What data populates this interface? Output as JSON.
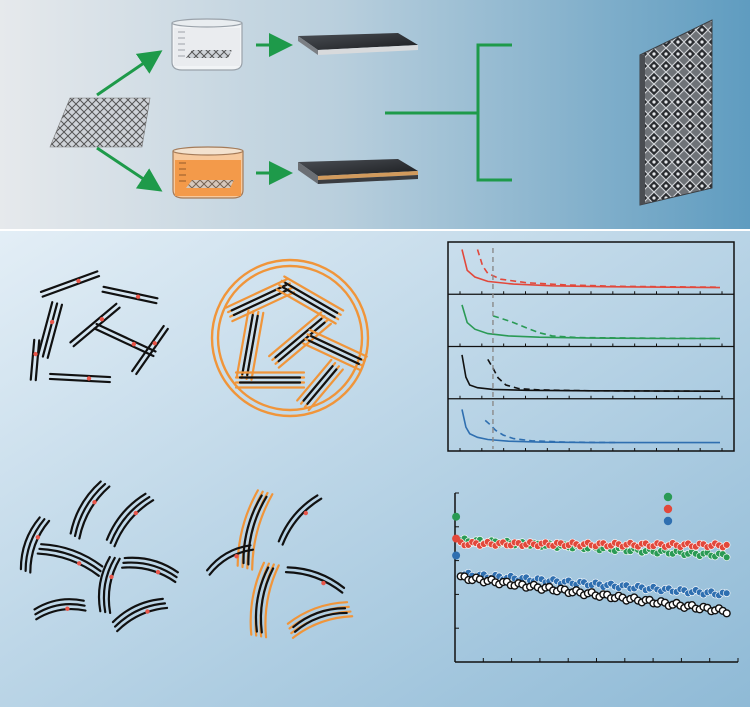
{
  "colors": {
    "top_panel_left": "#e6e9ec",
    "top_panel_right": "#5f9cc0",
    "bottom_panel_left": "#e3eef6",
    "bottom_panel_right": "#8fbad6",
    "arrow_green": "#1e9a4a",
    "fiber_black": "#111111",
    "fiber_orange": "#f0953a",
    "fiber_defect_red": "#e8564a",
    "series_red": "#e2483b",
    "series_green": "#2a9a55",
    "series_black": "#111111",
    "series_blue": "#2f6fb0",
    "divider_grey": "#8a8a8a"
  },
  "icons": {
    "precursor": "mesh-fabric-icon",
    "bath_clear": "beaker-clear-icon",
    "bath_orange": "beaker-orange-icon",
    "sheet_top": "dark-sheet-icon",
    "sheet_bottom": "dark-layered-sheet-icon",
    "final": "woven-panel-icon"
  },
  "chart_data": [
    {
      "type": "line",
      "layout": "stacked-panels",
      "grid": false,
      "legend": "none",
      "series": [
        {
          "color": "#e2483b",
          "style": "solid",
          "x": [
            0.0,
            0.02,
            0.05,
            0.1,
            0.2,
            0.35,
            0.55,
            1.0
          ],
          "y": [
            0.92,
            0.45,
            0.3,
            0.2,
            0.14,
            0.1,
            0.08,
            0.06
          ]
        },
        {
          "color": "#e2483b",
          "style": "dashed",
          "x": [
            0.06,
            0.08,
            0.1,
            0.15,
            0.25,
            0.4,
            0.6,
            1.0
          ],
          "y": [
            0.92,
            0.55,
            0.38,
            0.25,
            0.17,
            0.12,
            0.09,
            0.07
          ]
        },
        {
          "color": "#2a9a55",
          "style": "solid",
          "x": [
            0.0,
            0.02,
            0.05,
            0.1,
            0.18,
            0.3,
            0.5,
            0.8,
            1.0
          ],
          "y": [
            0.85,
            0.45,
            0.3,
            0.2,
            0.15,
            0.12,
            0.1,
            0.09,
            0.09
          ]
        },
        {
          "color": "#2a9a55",
          "style": "dashed",
          "x": [
            0.12,
            0.15,
            0.2,
            0.25,
            0.3,
            0.35,
            0.45,
            0.7,
            1.0
          ],
          "y": [
            0.6,
            0.55,
            0.45,
            0.33,
            0.22,
            0.15,
            0.11,
            0.1,
            0.09
          ]
        },
        {
          "color": "#111111",
          "style": "solid",
          "x": [
            0.0,
            0.015,
            0.03,
            0.06,
            0.12,
            0.25,
            0.5,
            1.0
          ],
          "y": [
            0.9,
            0.4,
            0.22,
            0.16,
            0.12,
            0.1,
            0.09,
            0.08
          ]
        },
        {
          "color": "#111111",
          "style": "dashed",
          "x": [
            0.1,
            0.12,
            0.14,
            0.17,
            0.22,
            0.3,
            0.5,
            1.0
          ],
          "y": [
            0.8,
            0.6,
            0.38,
            0.22,
            0.14,
            0.11,
            0.09,
            0.08
          ]
        },
        {
          "color": "#2f6fb0",
          "style": "solid",
          "x": [
            0.0,
            0.015,
            0.03,
            0.06,
            0.1,
            0.18,
            0.3,
            0.5,
            1.0
          ],
          "y": [
            0.85,
            0.45,
            0.3,
            0.22,
            0.17,
            0.13,
            0.11,
            0.1,
            0.1
          ]
        },
        {
          "color": "#2f6fb0",
          "style": "dashed",
          "x": [
            0.09,
            0.11,
            0.13,
            0.16,
            0.2,
            0.27,
            0.4,
            0.6
          ],
          "y": [
            0.6,
            0.5,
            0.38,
            0.27,
            0.19,
            0.14,
            0.11,
            0.1
          ]
        }
      ],
      "reference_line": {
        "x": 0.12,
        "style": "dashed",
        "color": "#8a8a8a"
      }
    },
    {
      "type": "scatter",
      "grid": false,
      "legend": "top-right",
      "legend_markers": [
        "#2a9a55",
        "#e2483b",
        "#2f6fb0"
      ],
      "xlim": [
        0,
        100
      ],
      "ylim": [
        0,
        1
      ],
      "series": [
        {
          "color": "#2a9a55",
          "trend": {
            "start": 0.72,
            "end": 0.63
          }
        },
        {
          "color": "#e2483b",
          "trend": {
            "start": 0.7,
            "end": 0.69
          }
        },
        {
          "color": "#2f6fb0",
          "trend": {
            "start": 0.52,
            "end": 0.4
          }
        },
        {
          "color": "#111111",
          "trend": {
            "start": 0.5,
            "end": 0.3
          }
        }
      ]
    }
  ]
}
